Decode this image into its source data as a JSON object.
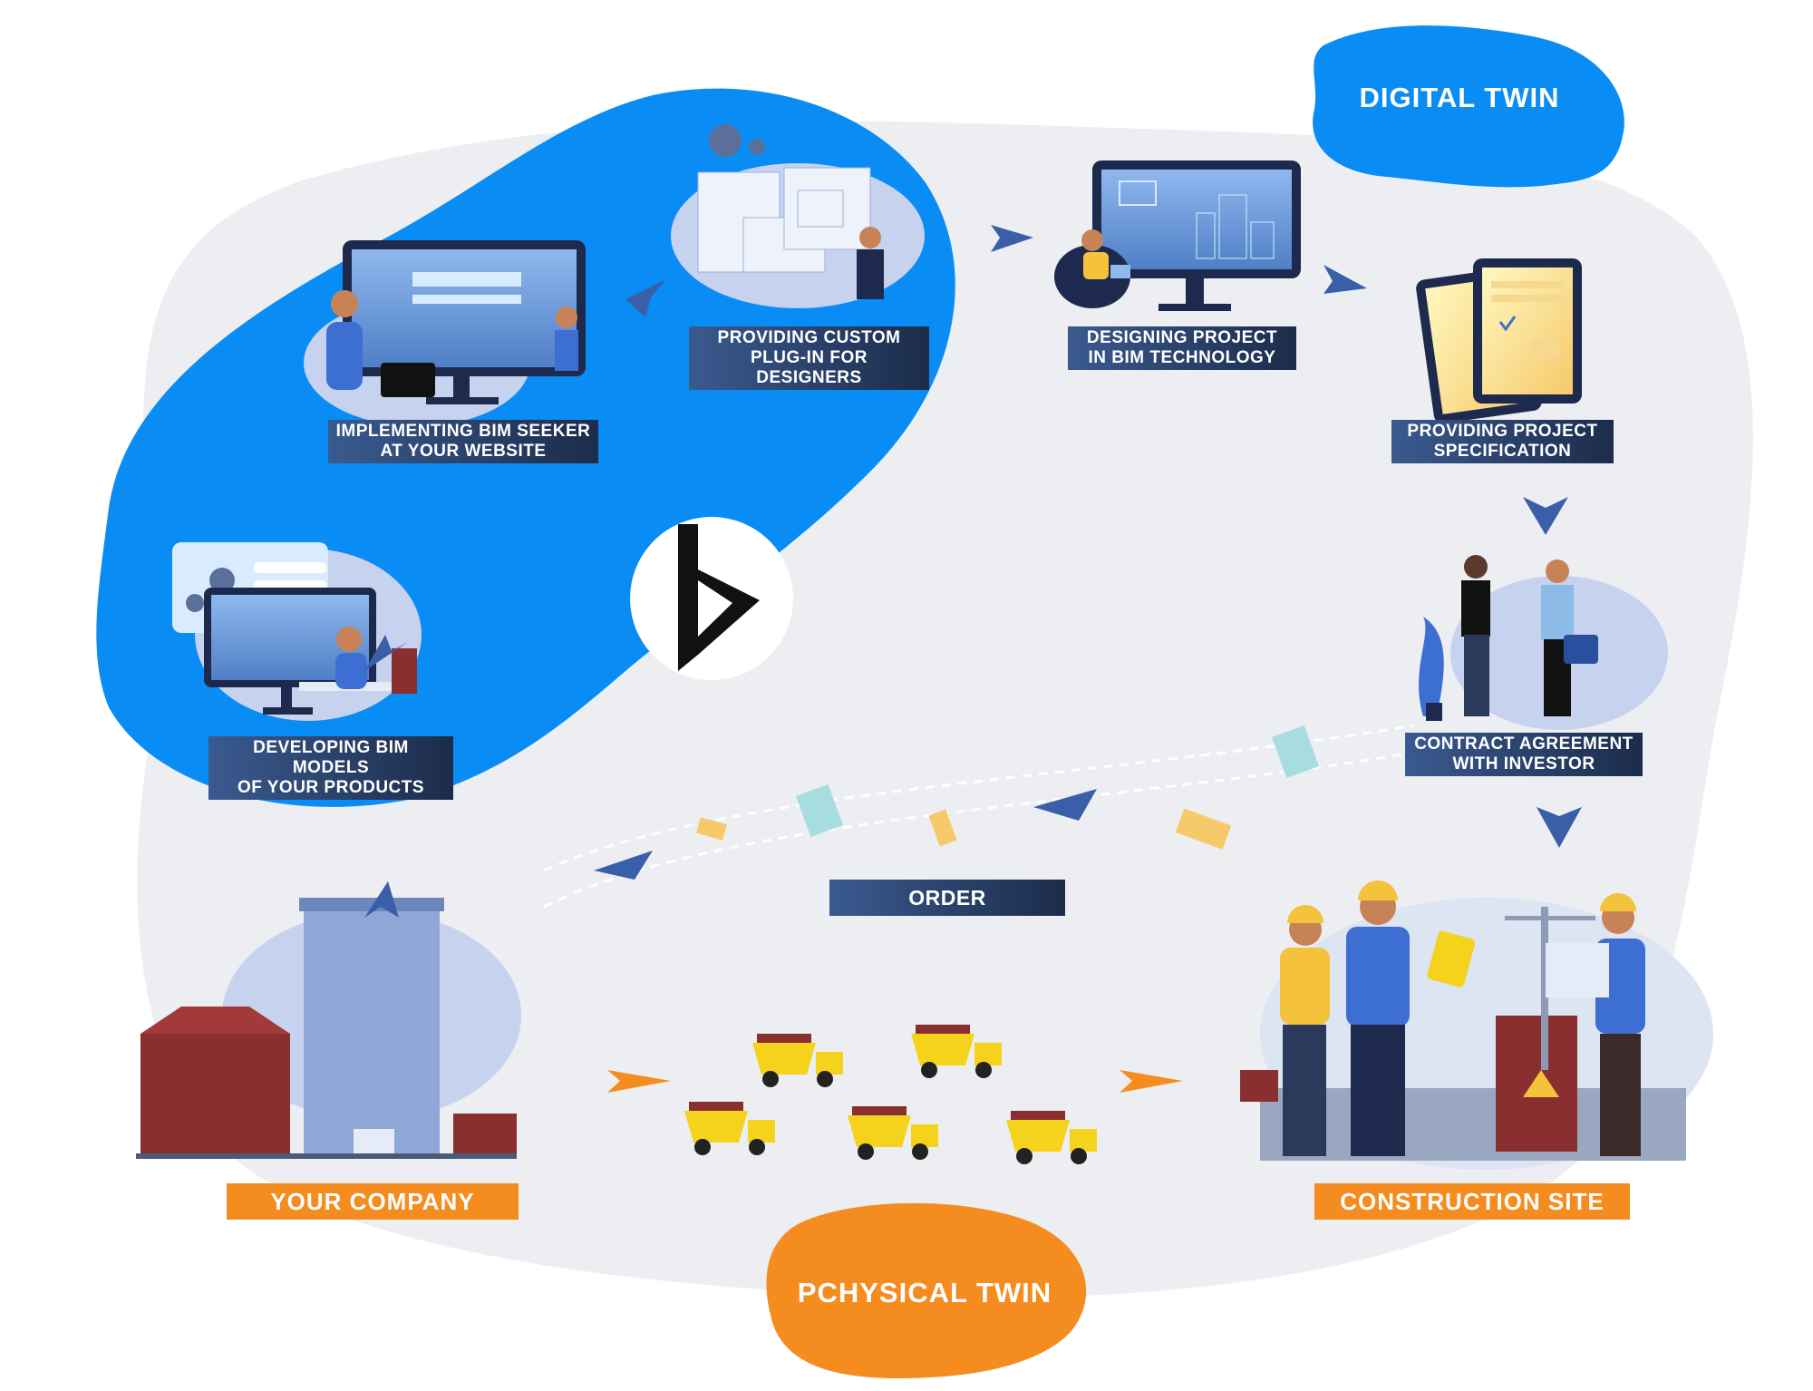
{
  "badges": {
    "digital_twin": "DIGITAL TWIN",
    "physical_twin": "PCHYSICAL TWIN"
  },
  "steps": {
    "developing": [
      "DEVELOPING BIM MODELS",
      "OF YOUR PRODUCTS"
    ],
    "implementing": [
      "IMPLEMENTING BIM SEEKER",
      "AT YOUR WEBSITE"
    ],
    "plugin": [
      "PROVIDING CUSTOM",
      "PLUG-IN FOR DESIGNERS"
    ],
    "designing": [
      "DESIGNING PROJECT",
      "IN BIM TECHNOLOGY"
    ],
    "specification": [
      "PROVIDING PROJECT",
      "SPECIFICATION"
    ],
    "contract": [
      "CONTRACT AGREEMENT",
      "WITH INVESTOR"
    ],
    "order": "ORDER"
  },
  "places": {
    "your_company": "YOUR COMPANY",
    "construction_site": "CONSTRUCTION SITE"
  },
  "colors": {
    "blue": "#0a8cf5",
    "navy": "#1c2c4a",
    "orange": "#f58c1f",
    "grey_bg": "#eceef2",
    "brick": "#8a2f2f",
    "truck": "#f5d21c"
  },
  "icons": [
    "bim-seeker-logo-icon",
    "arrow-icon",
    "paper-plane-icon",
    "document-icon",
    "truck-icon",
    "worker-icon",
    "building-icon"
  ]
}
